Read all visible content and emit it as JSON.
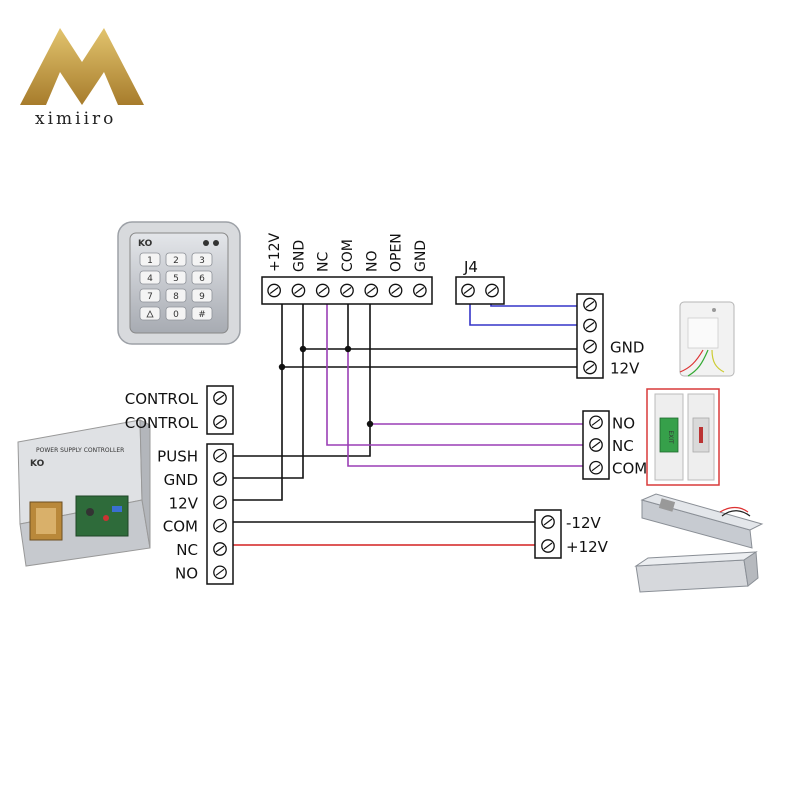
{
  "logo": {
    "text": "ximiiro"
  },
  "keypad": {
    "brand": "KO",
    "keys": [
      "1",
      "2",
      "3",
      "4",
      "5",
      "6",
      "7",
      "8",
      "9",
      "",
      "0",
      "#"
    ]
  },
  "top_terminal": {
    "labels": [
      "+12V",
      "GND",
      "NC",
      "COM",
      "NO",
      "OPEN",
      "GND"
    ]
  },
  "j4": {
    "label": "J4"
  },
  "doorbell_terminal": {
    "labels": [
      "",
      "",
      "GND",
      "12V"
    ]
  },
  "exit_terminal": {
    "labels": [
      "NO",
      "NC",
      "COM"
    ]
  },
  "lock_terminal": {
    "labels": [
      "-12V",
      "+12V"
    ]
  },
  "control_terminal": {
    "labels": [
      "CONTROL",
      "CONTROL"
    ]
  },
  "psu_terminal": {
    "labels": [
      "PUSH",
      "GND",
      "12V",
      "COM",
      "NC",
      "NO"
    ]
  },
  "psu": {
    "title": "POWER SUPPLY CONTROLLER",
    "brand": "KO"
  },
  "exit_button": {
    "text": "EXIT"
  },
  "colors": {
    "black_wire": "#111111",
    "blue_wire": "#3535c8",
    "purple_wire": "#9a3fb5",
    "red_wire": "#d42020",
    "logo_gold": "#c9a14a",
    "highlight_box": "#d93a3a"
  }
}
